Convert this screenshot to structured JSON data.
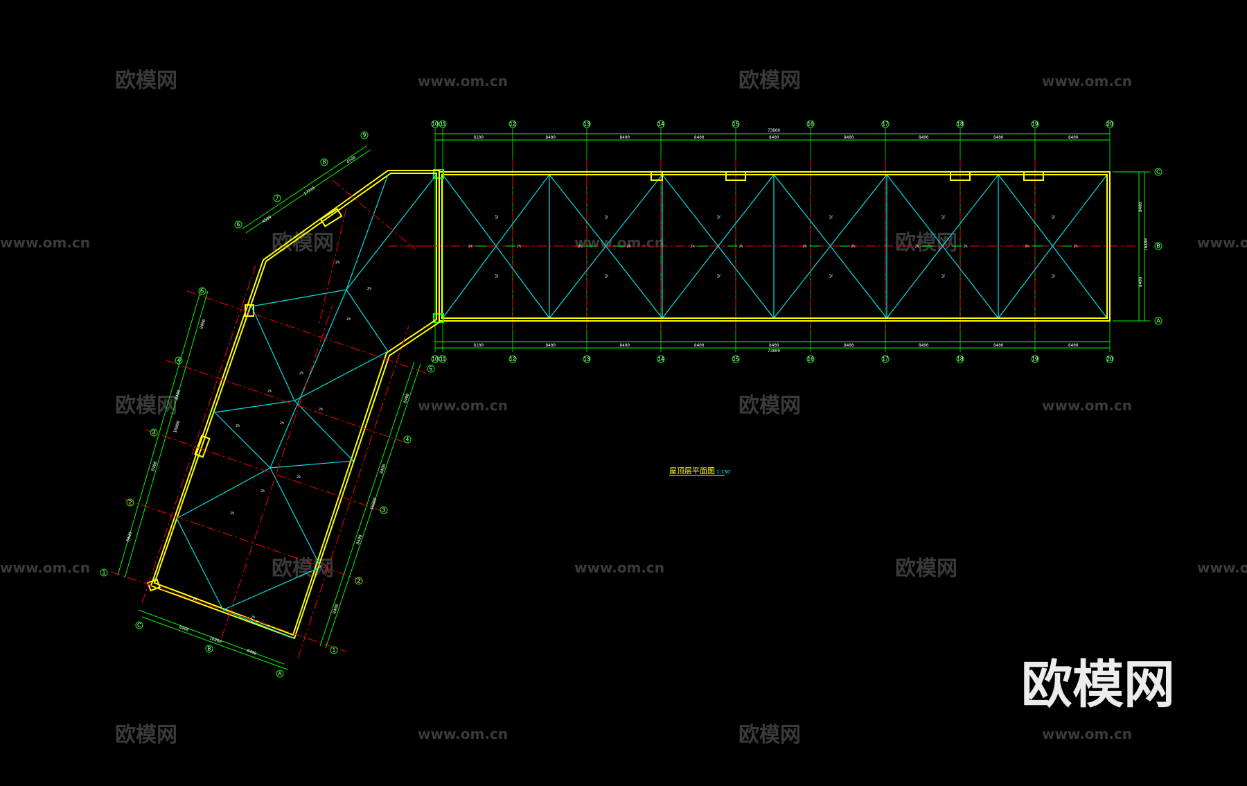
{
  "drawing": {
    "title": "屋顶层平面图",
    "scale": "1:150"
  },
  "watermark": {
    "brand": "欧模网",
    "url": "www.om.cn"
  },
  "logo": "欧模网",
  "colors": {
    "background": "#000000",
    "outline": "#ffff00",
    "ridge_lines": "#00e5e5",
    "axis_lines": "#ff0000",
    "dimension_lines": "#00ff00",
    "text": "#ffffff"
  },
  "wing_east": {
    "axes_top": [
      "10",
      "11",
      "12",
      "13",
      "14",
      "15",
      "16",
      "17",
      "18",
      "19",
      "20"
    ],
    "axes_bottom": [
      "10",
      "11",
      "12",
      "13",
      "14",
      "15",
      "16",
      "17",
      "18",
      "19",
      "20"
    ],
    "axes_right": [
      "C",
      "B",
      "A"
    ],
    "overall_dim": "73800",
    "bay_dims": [
      "8100",
      "8400",
      "8400",
      "8400",
      "8400",
      "8400",
      "8400",
      "8400",
      "8400"
    ],
    "side_dims": [
      "8400",
      "16800",
      "8400"
    ],
    "slope_label": "2%"
  },
  "wing_west": {
    "axes_left": [
      "5",
      "4",
      "3",
      "2",
      "1"
    ],
    "axes_right": [
      "5",
      "4",
      "3",
      "2",
      "1"
    ],
    "axes_bottom": [
      "C",
      "B",
      "A"
    ],
    "corner_axes": [
      "6",
      "7",
      "8",
      "9"
    ],
    "overall_dim": "16800",
    "bay_dims": [
      "8400",
      "8400",
      "8400",
      "8400"
    ],
    "bottom_dims": [
      "8400",
      "8400"
    ],
    "corner_dims": [
      "4500",
      "4500",
      "17936"
    ],
    "slope_label": "2%"
  }
}
